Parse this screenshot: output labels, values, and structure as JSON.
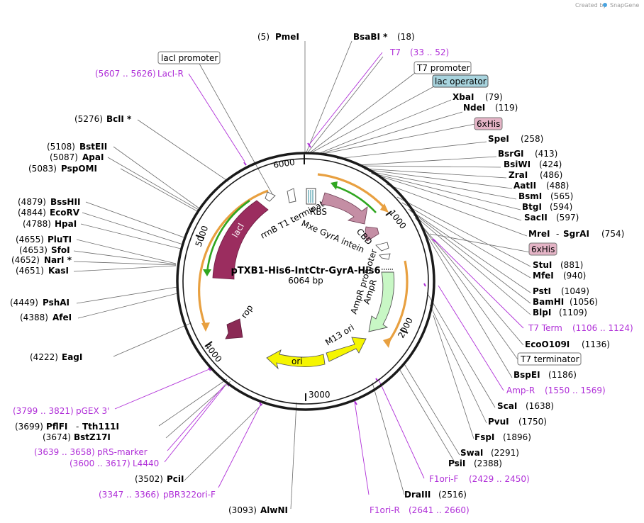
{
  "credit": {
    "text": "Created by",
    "brand": "SnapGene"
  },
  "plasmid": {
    "name": "pTXB1-His6-IntCtr-GyrA-His6",
    "length_label": "6064 bp"
  },
  "ticks": [
    "1000",
    "2000",
    "3000",
    "4000",
    "5000",
    "6000"
  ],
  "sites": {
    "pmei": {
      "pos": "(5)",
      "name": "PmeI"
    },
    "bsabi": {
      "name": "BsaBI *",
      "pos": "(18)"
    },
    "xbai": {
      "name": "XbaI",
      "pos": "(79)"
    },
    "ndei": {
      "name": "NdeI",
      "pos": "(119)"
    },
    "spei": {
      "name": "SpeI",
      "pos": "(258)"
    },
    "bsrgi": {
      "name": "BsrGI",
      "pos": "(413)"
    },
    "bsiwi": {
      "name": "BsiWI",
      "pos": "(424)"
    },
    "zrai": {
      "name": "ZraI",
      "pos": "(486)"
    },
    "aatii": {
      "name": "AatII",
      "pos": "(488)"
    },
    "bsmi": {
      "name": "BsmI",
      "pos": "(565)"
    },
    "btgi": {
      "name": "BtgI",
      "pos": "(594)"
    },
    "sacii": {
      "name": "SacII",
      "pos": "(597)"
    },
    "mrei": {
      "name": "MreI",
      "dash": "-",
      "name2": "SgrAI",
      "pos": "(754)"
    },
    "stui": {
      "name": "StuI",
      "pos": "(881)"
    },
    "mfei": {
      "name": "MfeI",
      "pos": "(940)"
    },
    "psti": {
      "name": "PstI",
      "pos": "(1049)"
    },
    "bamhi": {
      "name": "BamHI",
      "pos": "(1056)"
    },
    "blpi": {
      "name": "BlpI",
      "pos": "(1109)"
    },
    "eco0109i": {
      "name": "EcoO109I",
      "pos": "(1136)"
    },
    "bspei": {
      "name": "BspEI",
      "pos": "(1186)"
    },
    "scai": {
      "name": "ScaI",
      "pos": "(1638)"
    },
    "pvui": {
      "name": "PvuI",
      "pos": "(1750)"
    },
    "fspi": {
      "name": "FspI",
      "pos": "(1896)"
    },
    "swai": {
      "name": "SwaI",
      "pos": "(2291)"
    },
    "psii": {
      "name": "PsiI",
      "pos": "(2388)"
    },
    "draiii": {
      "name": "DraIII",
      "pos": "(2516)"
    },
    "alwni": {
      "pos": "(3093)",
      "name": "AlwNI"
    },
    "pcii": {
      "pos": "(3502)",
      "name": "PciI"
    },
    "bstz17i": {
      "pos": "(3674)",
      "name": "BstZ17I"
    },
    "pflfi": {
      "pos": "(3699)",
      "name": "PflFI",
      "dash": "-",
      "name2": "Tth111I"
    },
    "eagi": {
      "pos": "(4222)",
      "name": "EagI"
    },
    "afei": {
      "pos": "(4388)",
      "name": "AfeI"
    },
    "pshai": {
      "pos": "(4449)",
      "name": "PshAI"
    },
    "kasi": {
      "pos": "(4651)",
      "name": "KasI"
    },
    "nari": {
      "pos": "(4652)",
      "name": "NarI *"
    },
    "sfoi": {
      "pos": "(4653)",
      "name": "SfoI"
    },
    "pluti": {
      "pos": "(4655)",
      "name": "PluTI"
    },
    "hpai": {
      "pos": "(4788)",
      "name": "HpaI"
    },
    "ecorv": {
      "pos": "(4844)",
      "name": "EcoRV"
    },
    "bsshii": {
      "pos": "(4879)",
      "name": "BssHII"
    },
    "pspomi": {
      "pos": "(5083)",
      "name": "PspOMI"
    },
    "apai": {
      "pos": "(5087)",
      "name": "ApaI"
    },
    "bsteii": {
      "pos": "(5108)",
      "name": "BstEII"
    },
    "bcli": {
      "pos": "(5276)",
      "name": "BclI *"
    }
  },
  "primers": {
    "t7": {
      "name": "T7",
      "range": "(33 .. 52)"
    },
    "laci_r": {
      "range": "(5607 .. 5626)",
      "name": "LacI-R"
    },
    "t7term": {
      "name": "T7 Term",
      "range": "(1106 .. 1124)"
    },
    "amp_r": {
      "name": "Amp-R",
      "range": "(1550 .. 1569)"
    },
    "f1ori_f": {
      "name": "F1ori-F",
      "range": "(2429 .. 2450)"
    },
    "f1ori_r": {
      "name": "F1ori-R",
      "range": "(2641 .. 2660)"
    },
    "pgex3": {
      "range": "(3799 .. 3821)",
      "name": "pGEX 3'"
    },
    "prs": {
      "range": "(3639 .. 3658)",
      "name": "pRS-marker"
    },
    "l4440": {
      "range": "(3600 .. 3617)",
      "name": "L4440"
    },
    "pbr322": {
      "range": "(3347 .. 3366)",
      "name": "pBR322ori-F"
    }
  },
  "boxed": {
    "laci_promoter": "lacI promoter",
    "t7_promoter": "T7 promoter",
    "lac_operator": "lac operator",
    "his6_a": "6xHis",
    "his6_b": "6xHis",
    "t7_terminator": "T7 terminator"
  },
  "features": {
    "laci": "lacI",
    "rrnb": "rrnB T1 terminator",
    "rbs": "RBS",
    "mxe": "Mxe GyrA intein",
    "cbd": "CBD",
    "ampr_promoter": "AmpR promoter",
    "ampr": "AmpR",
    "m13": "M13 ori",
    "ori": "ori",
    "rop": "rop"
  },
  "colors": {
    "backbone": "#1a1a1a",
    "primer": "#b030d8",
    "laci": "#9b2d5f",
    "mxe": "#c48ea4",
    "rop": "#8b2a55",
    "ampr": "#c8f7c5",
    "ori": "#f5f500",
    "orf_orange": "#e8a040",
    "orf_green": "#2fa620",
    "lac_operator_box": "#a8d4de",
    "his_box": "#e4b4c6"
  }
}
